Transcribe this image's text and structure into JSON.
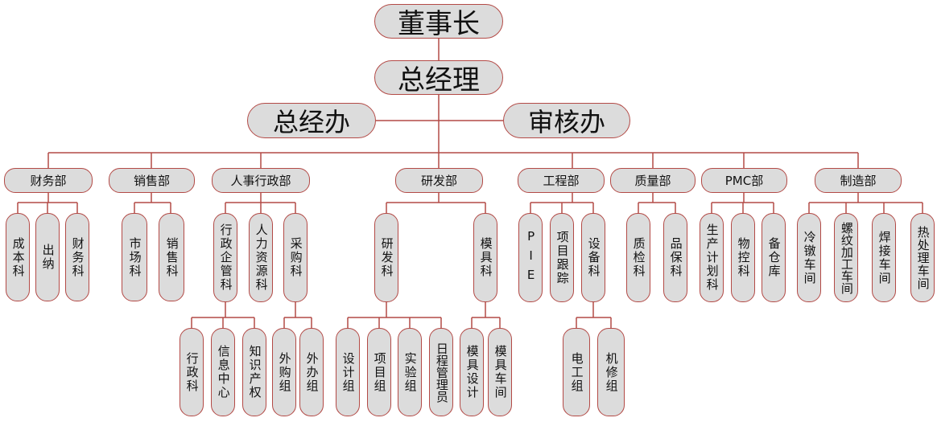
{
  "colors": {
    "line": "#b34a46",
    "fill": "#dcdcdc"
  },
  "nodes": {
    "chairman": "董事长",
    "gm": "总经理",
    "gm_office": "总经办",
    "audit_office": "审核办",
    "finance": "财务部",
    "sales": "销售部",
    "hr_admin": "人事行政部",
    "rd": "研发部",
    "engineering": "工程部",
    "quality": "质量部",
    "pmc": "PMC部",
    "manufacturing": "制造部",
    "cost_section": "成本科",
    "cashier": "出纳",
    "finance_section": "财务科",
    "market_section": "市场科",
    "sales_section": "销售科",
    "admin_mgmt_section": "行政企管科",
    "hr_section": "人力资源科",
    "purchase_section": "采购科",
    "rd_section": "研发科",
    "mold_section": "模具科",
    "pie": "PIE",
    "project_tracking": "项目跟踪",
    "equipment_section": "设备科",
    "qc_section": "质检科",
    "qa_section": "品保科",
    "production_planning": "生产计划科",
    "material_control": "物控科",
    "spare_warehouse": "备仓库",
    "cold_heading": "冷镦车间",
    "thread_processing": "螺纹加工车间",
    "welding": "焊接车间",
    "heat_treatment": "热处理车间",
    "admin_section": "行政科",
    "info_center": "信息中心",
    "ip_section": "知识产权",
    "outsourcing_group": "外购组",
    "outsourcing_office": "外办组",
    "design_group": "设计组",
    "project_group": "项目组",
    "lab_group": "实验组",
    "schedule_admin": "日程管理员",
    "mold_design": "模具设计",
    "mold_workshop": "模具车间",
    "electrical_group": "电工组",
    "maintenance_group": "机修组"
  }
}
